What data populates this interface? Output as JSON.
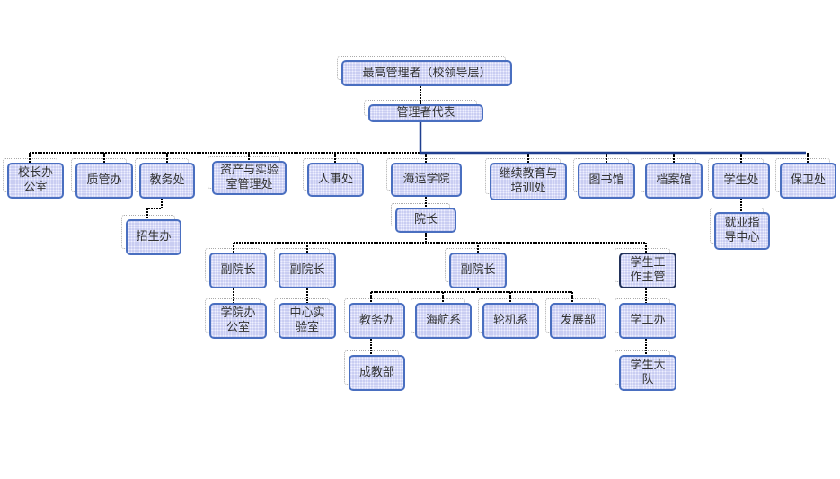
{
  "top": "最高管理者（校领导层）",
  "rep": "管理者代表",
  "depts": [
    "校长办公室",
    "质管办",
    "教务处",
    "资产与实验室管理处",
    "人事处",
    "海运学院",
    "继续教育与培训处",
    "图书馆",
    "档案馆",
    "学生处",
    "保卫处"
  ],
  "sub": {
    "zhaosheng": "招生办",
    "jiuye": "就业指导中心",
    "dean": "院长"
  },
  "vice": [
    "副院长",
    "副院长",
    "副院长",
    "学生工作主管"
  ],
  "level3": [
    "学院办公室",
    "中心实验室",
    "教务办",
    "海航系",
    "轮机系",
    "发展部",
    "学工办"
  ],
  "level4": [
    "成教部",
    "学生大队"
  ],
  "colors": {
    "box": "#c9cdf2",
    "border": "#4a6fc0",
    "line": "#1f3f8f"
  }
}
